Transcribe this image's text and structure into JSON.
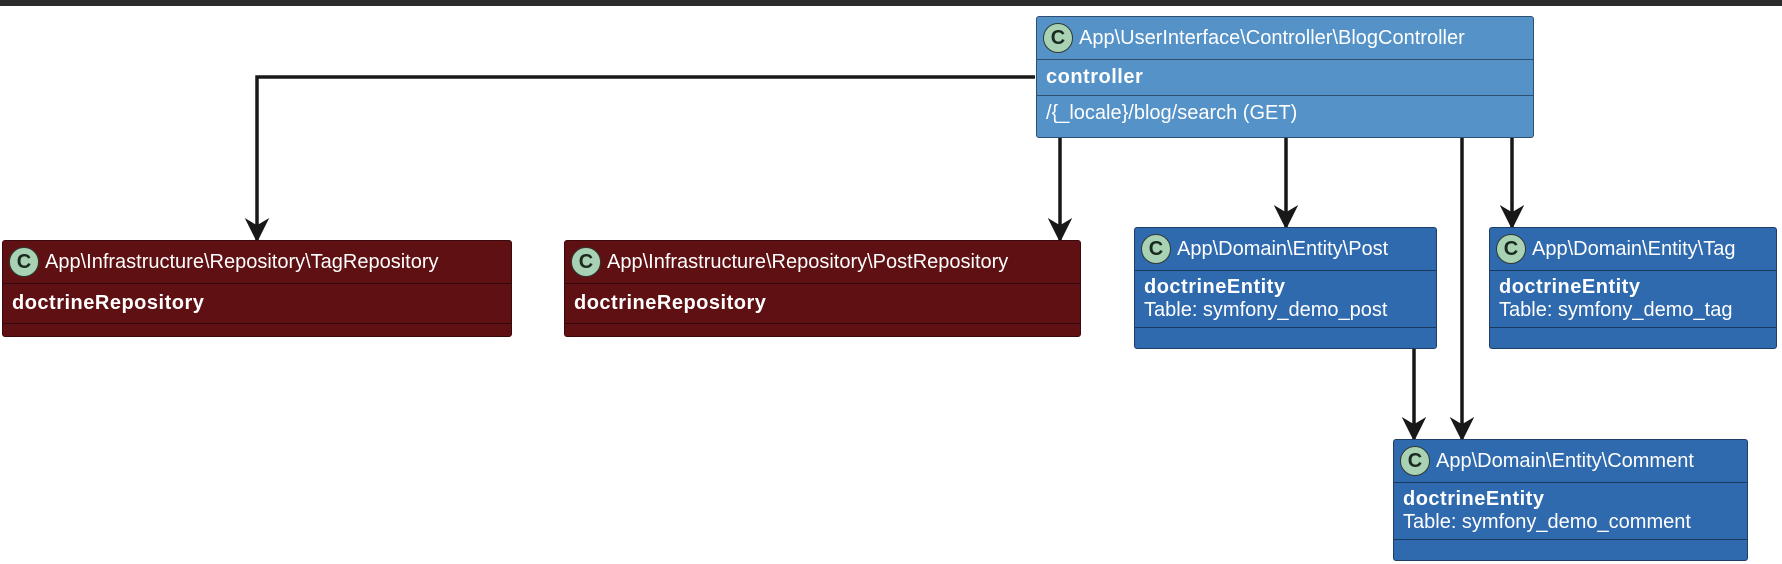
{
  "controller": {
    "name": "App\\UserInterface\\Controller\\BlogController",
    "stereotype": "controller",
    "route": "/{_locale}/blog/search (GET)"
  },
  "tag_repository": {
    "name": "App\\Infrastructure\\Repository\\TagRepository",
    "stereotype": "doctrineRepository"
  },
  "post_repository": {
    "name": "App\\Infrastructure\\Repository\\PostRepository",
    "stereotype": "doctrineRepository"
  },
  "post_entity": {
    "name": "App\\Domain\\Entity\\Post",
    "stereotype": "doctrineEntity",
    "table": "Table: symfony_demo_post"
  },
  "tag_entity": {
    "name": "App\\Domain\\Entity\\Tag",
    "stereotype": "doctrineEntity",
    "table": "Table: symfony_demo_tag"
  },
  "comment_entity": {
    "name": "App\\Domain\\Entity\\Comment",
    "stereotype": "doctrineEntity",
    "table": "Table: symfony_demo_comment"
  },
  "class_badge": "C",
  "colors": {
    "controller": "#5592c8",
    "repository": "#5f1013",
    "entity": "#2f69ae",
    "badge": "#a9d2b4",
    "edge": "#181818"
  }
}
